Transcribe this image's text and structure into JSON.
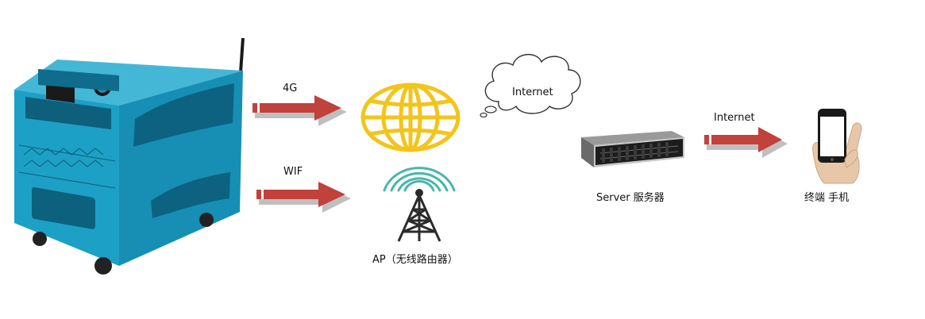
{
  "labels": {
    "link_4g": "4G",
    "link_wifi": "WIF",
    "cloud": "Internet",
    "link_internet": "Internet",
    "ap": "AP（无线路由器）",
    "server": "Server  服务器",
    "terminal": "终端  手机"
  },
  "colors": {
    "cabinet": "#1e9fc4",
    "arrow": "#c1413b",
    "globe": "#f2c51c",
    "wifi_arc": "#4ab5ac",
    "tower": "#2b2b2b"
  }
}
